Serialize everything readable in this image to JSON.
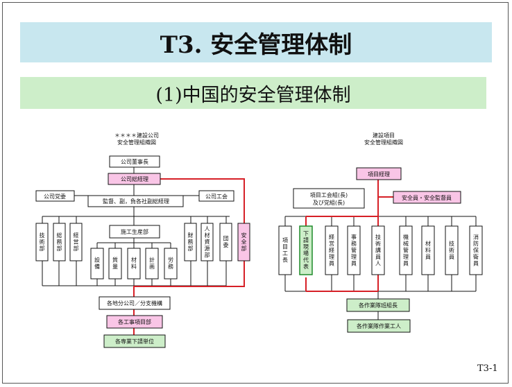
{
  "title": "T3. 安全管理体制",
  "subtitle": "(1)中国的安全管理体制",
  "page_number": "T3-1",
  "left_chart": {
    "heading_line1": "＊＊＊＊建設公司",
    "heading_line2": "安全管理組織図",
    "board_chairman": "公司董事長",
    "general_manager": "公司総経理",
    "party_committee": "公司党委",
    "vice_managers": "監督、副，負各社副総経理",
    "labor_union": "公司工会",
    "production_dept": "施工生産部",
    "left_depts": [
      "技術部",
      "総務部",
      "経営部"
    ],
    "right_depts": [
      "財務部",
      "人材資源部",
      "団委",
      "安全部"
    ],
    "sub_depts": [
      "設備",
      "質量",
      "材料",
      "計画",
      "労務"
    ],
    "branches": "各地分公司／分支機構",
    "project_depts": "各工事項目部",
    "subcontractors": "各専業下請単位"
  },
  "right_chart": {
    "heading_line1": "建設項目",
    "heading_line2": "安全管理組織図",
    "project_manager": "項目経理",
    "union_line1": "項目工会組(長)",
    "union_line2": "及び党組(長)",
    "safety_officer": "安全員・安全監督員",
    "columns": [
      "項目工長",
      "下請現場代表",
      "経営経理員",
      "事務管理員",
      "技術講員人",
      "機械管理員",
      "材料員",
      "技術員",
      "消防保衛員"
    ],
    "team_leaders": "各作業隊班組長",
    "workers": "各作業隊作業工人"
  },
  "colors": {
    "title_bg": "#c8e7ef",
    "subtitle_bg": "#cdeec9",
    "pink_box": "#f9c5e6",
    "green_box": "#cdeec9",
    "safety_line": "#d61f26"
  }
}
